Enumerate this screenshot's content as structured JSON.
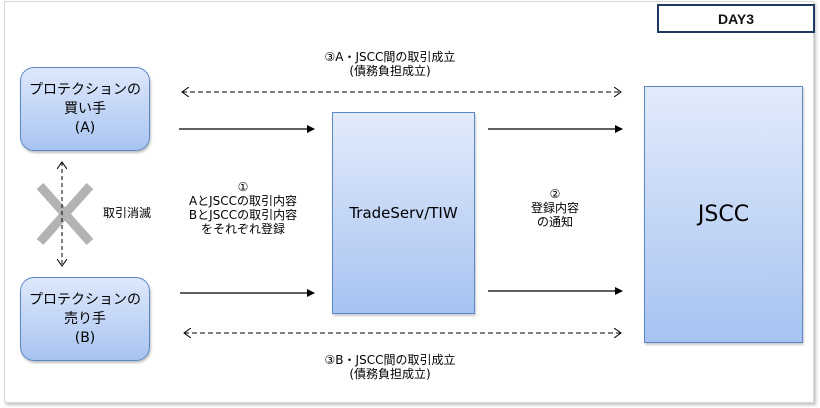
{
  "header": {
    "day_label": "DAY3"
  },
  "parties": {
    "buyer": {
      "line1": "プロテクションの",
      "line2": "買い手",
      "line3": "(A)"
    },
    "seller": {
      "line1": "プロテクションの",
      "line2": "売り手",
      "line3": "(B)"
    }
  },
  "systems": {
    "trade_platform": "TradeServ/TIW",
    "clearing_house": "JSCC"
  },
  "annotations": {
    "step1": {
      "num": "①",
      "line1": "AとJSCCの取引内容",
      "line2": "BとJSCCの取引内容",
      "line3": "をそれぞれ登録"
    },
    "step2": {
      "num": "②",
      "line1": "登録内容",
      "line2": "の通知"
    },
    "step3a": {
      "line1": "③A・JSCC間の取引成立",
      "line2": "(債務負担成立)"
    },
    "step3b": {
      "line1": "③B・JSCC間の取引成立",
      "line2": "(債務負担成立)"
    },
    "cancel": "取引消滅"
  },
  "colors": {
    "box_border": "#5b87c7",
    "box_top": "#dde8fb",
    "box_bottom": "#a9c4f1",
    "day_border": "#1f3864",
    "cross": "#b3b3b3"
  }
}
